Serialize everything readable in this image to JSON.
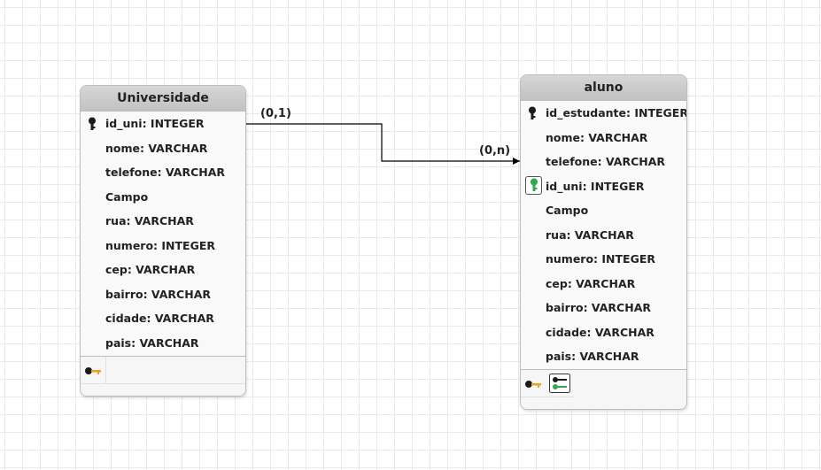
{
  "entities": {
    "universidade": {
      "title": "Universidade",
      "fields": [
        {
          "label": "id_uni: INTEGER",
          "key": "primary"
        },
        {
          "label": "nome: VARCHAR",
          "key": ""
        },
        {
          "label": "telefone: VARCHAR",
          "key": ""
        },
        {
          "label": "Campo",
          "key": ""
        },
        {
          "label": "rua: VARCHAR",
          "key": ""
        },
        {
          "label": "numero: INTEGER",
          "key": ""
        },
        {
          "label": "cep: VARCHAR",
          "key": ""
        },
        {
          "label": "bairro: VARCHAR",
          "key": ""
        },
        {
          "label": "cidade: VARCHAR",
          "key": ""
        },
        {
          "label": "pais: VARCHAR",
          "key": ""
        }
      ],
      "footer_icons": [
        "key-icon"
      ]
    },
    "aluno": {
      "title": "aluno",
      "fields": [
        {
          "label": "id_estudante: INTEGER",
          "key": "primary"
        },
        {
          "label": "nome: VARCHAR",
          "key": ""
        },
        {
          "label": "telefone: VARCHAR",
          "key": ""
        },
        {
          "label": "id_uni: INTEGER",
          "key": "foreign"
        },
        {
          "label": "Campo",
          "key": ""
        },
        {
          "label": "rua: VARCHAR",
          "key": ""
        },
        {
          "label": "numero: INTEGER",
          "key": ""
        },
        {
          "label": "cep: VARCHAR",
          "key": ""
        },
        {
          "label": "bairro: VARCHAR",
          "key": ""
        },
        {
          "label": "cidade: VARCHAR",
          "key": ""
        },
        {
          "label": "pais: VARCHAR",
          "key": ""
        }
      ],
      "footer_icons": [
        "key-icon",
        "foreign-key-icon"
      ]
    }
  },
  "relationship": {
    "source_cardinality": "(0,1)",
    "target_cardinality": "(0,n)"
  },
  "colors": {
    "primary_key": "#1a1a1a",
    "foreign_key": "#2fa84f",
    "key_gold": "#e8a317",
    "header_bg": "#c8c8c8",
    "line": "#000000"
  }
}
